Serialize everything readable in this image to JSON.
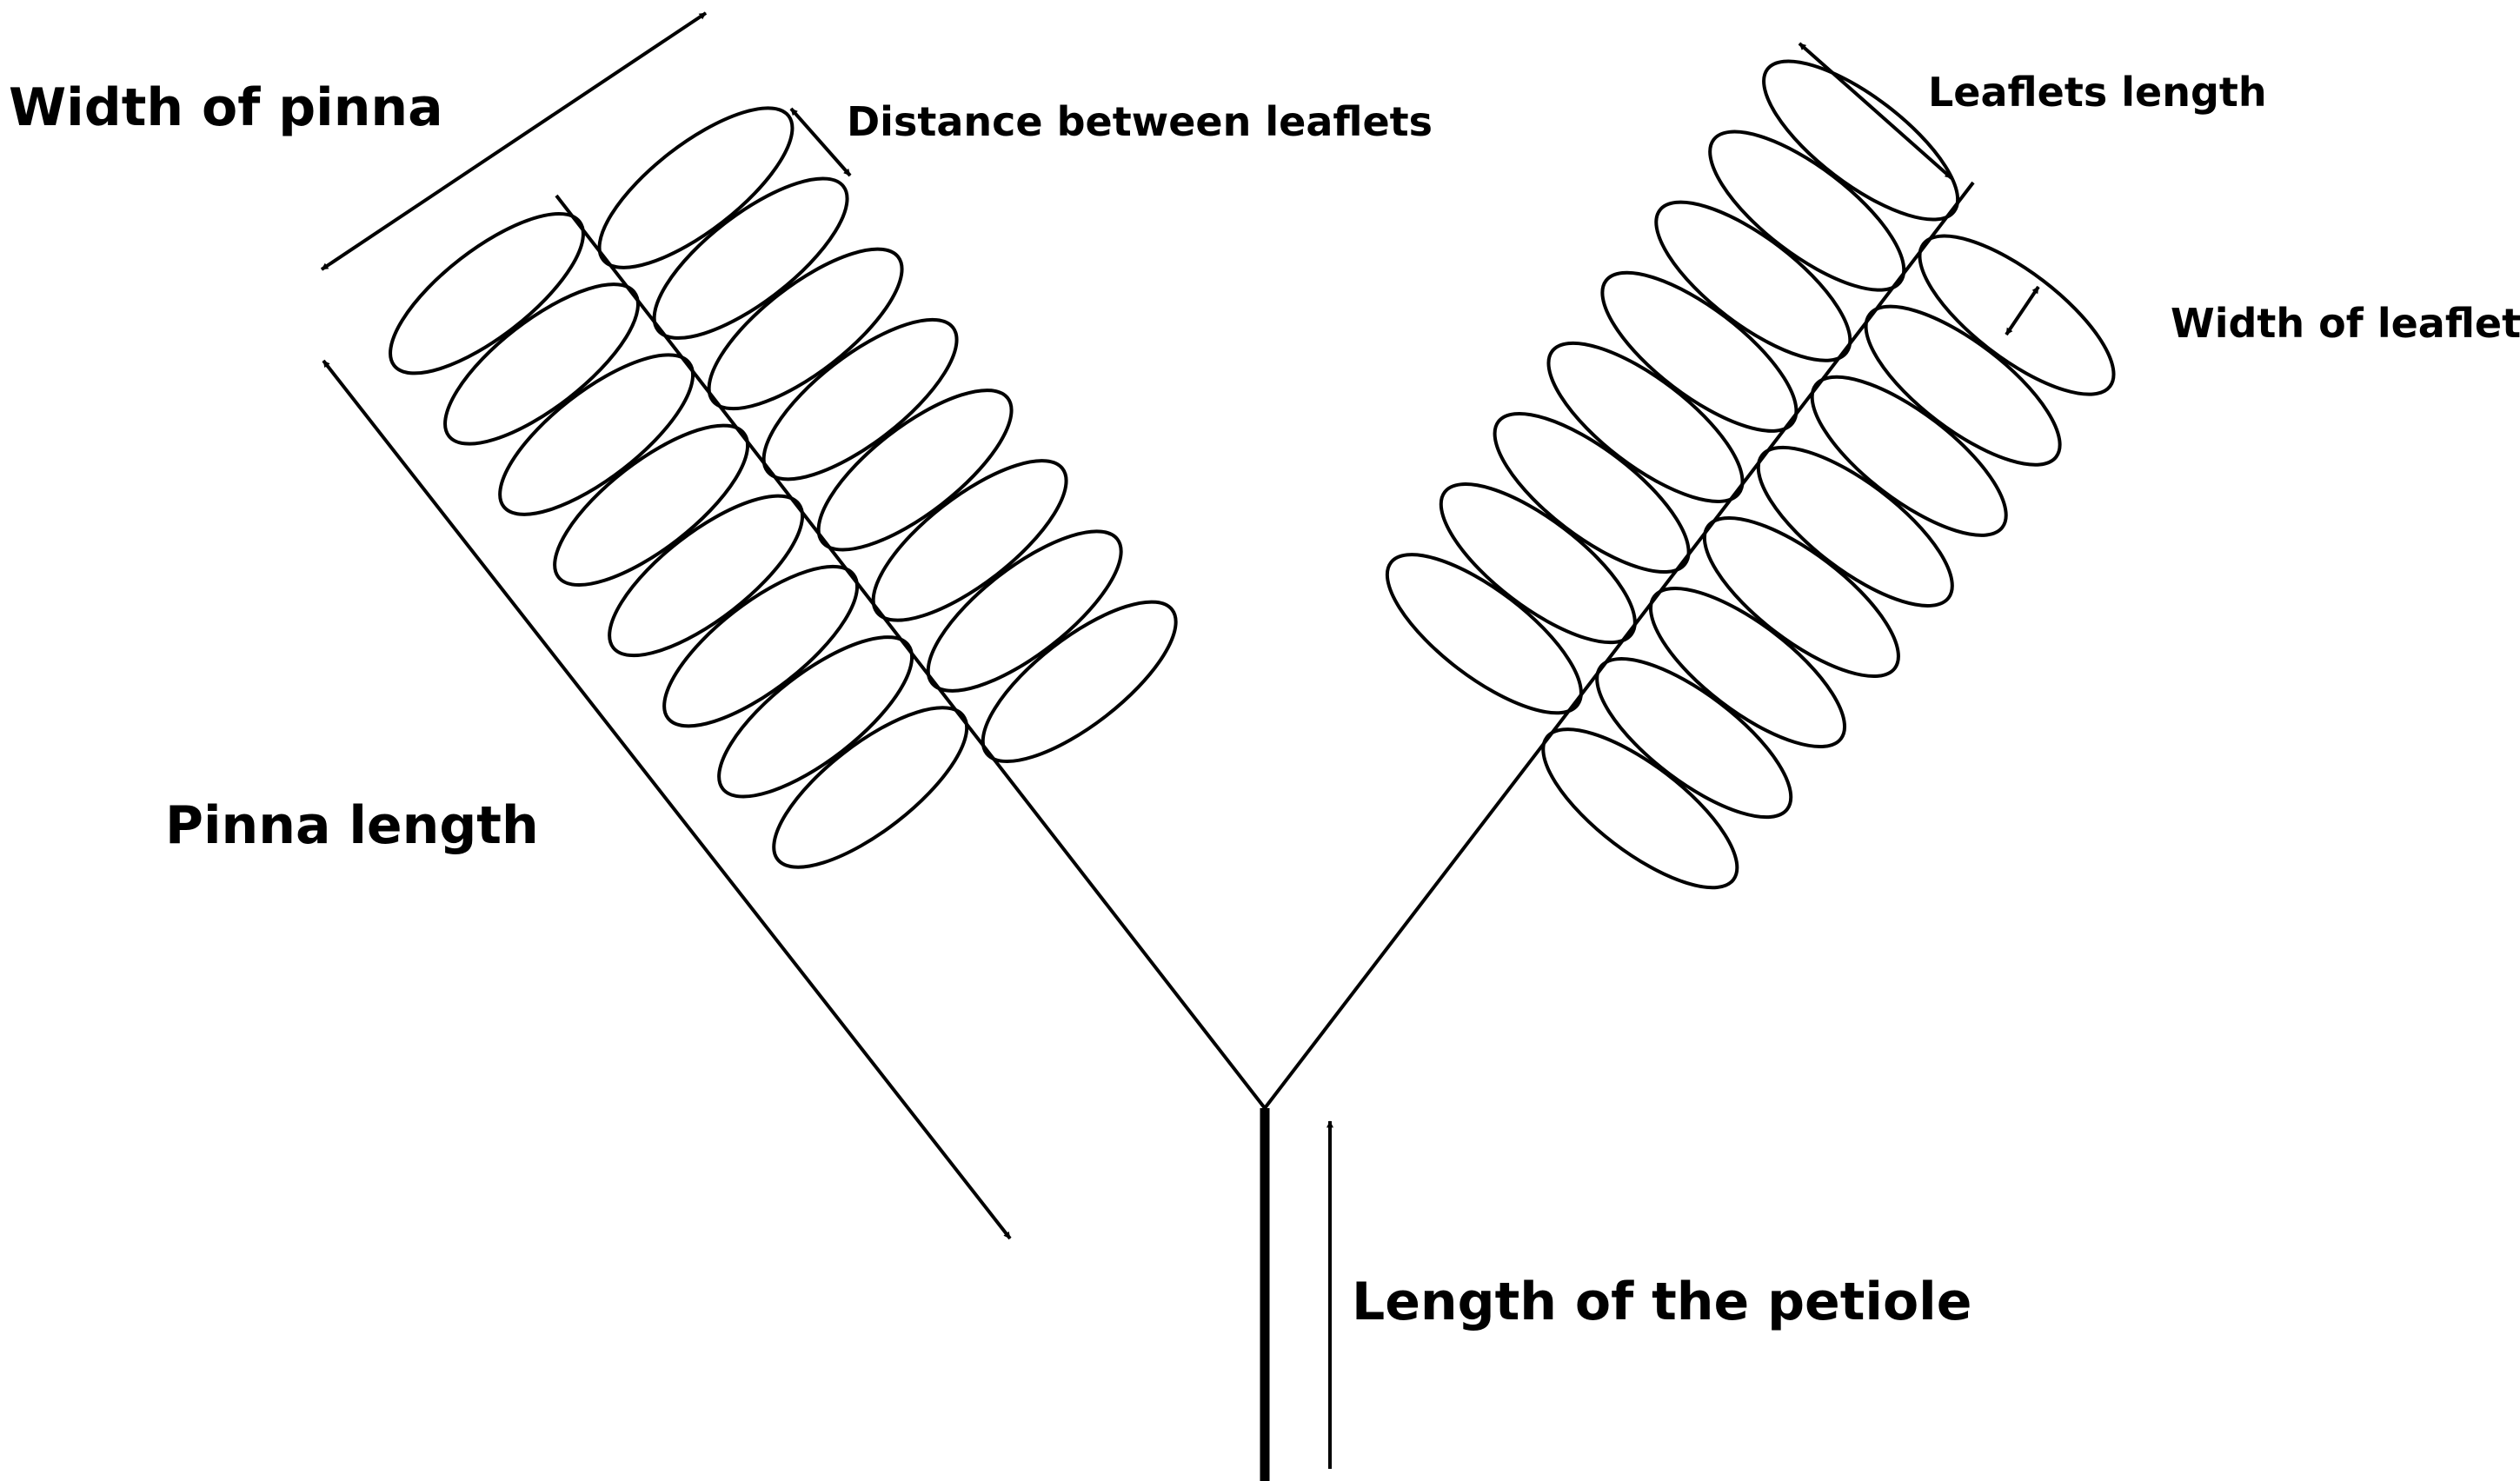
{
  "labels": {
    "width_of_pinna": "Width of pinna",
    "distance_between_leaflets": "Distance between leaflets",
    "leaflets_length": "Leaflets length",
    "width_of_leaflets": "Width of leaflets",
    "pinna_length": "Pinna length",
    "length_of_petiole": "Length of the petiole"
  },
  "colors": {
    "stroke": "#000000",
    "background": "#ffffff"
  },
  "structure": {
    "left_pinna_leaflets": 16,
    "right_pinna_leaflets": 16
  }
}
